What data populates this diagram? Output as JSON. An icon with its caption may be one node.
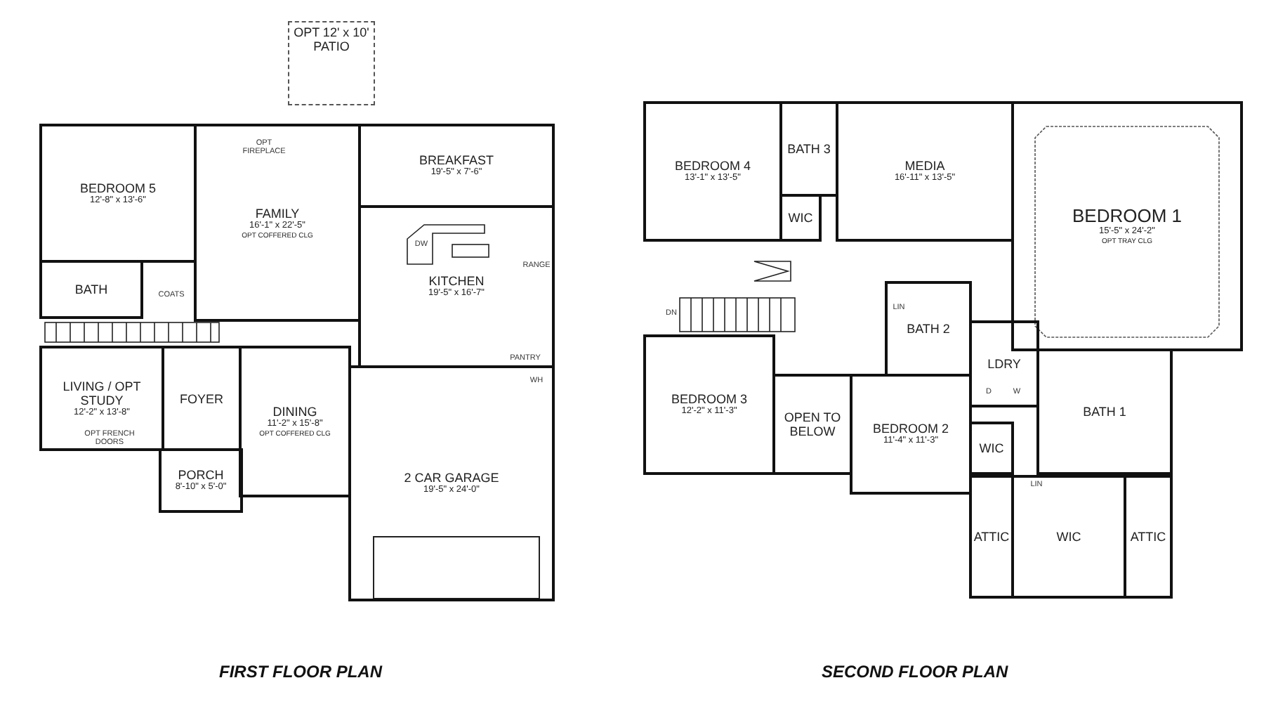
{
  "diagram": {
    "nodes": [
      {
        "text": [
          "OPT 12' x 10' PATIO"
        ]
      },
      {
        "text": [
          "BEDROOM 5",
          "12'-8\" x 13'-6\""
        ]
      },
      {
        "text": [
          "FAMILY",
          "16'-1\" x 22'-5\"",
          "OPT COFFERED CLG"
        ]
      },
      {
        "text": [
          "BREAKFAST",
          "19'-5\" x 7'-6\""
        ]
      },
      {
        "text": [
          "BATH"
        ]
      },
      {
        "text": [
          "KITCHEN",
          "19'-5\" x 16'-7\""
        ]
      },
      {
        "text": [
          "LIVING / OPT STUDY",
          "12'-2\" x 13'-8\""
        ]
      },
      {
        "text": [
          "FOYER"
        ]
      },
      {
        "text": [
          "DINING",
          "11'-2\" x 15'-8\"",
          "OPT COFFERED CLG"
        ]
      },
      {
        "text": [
          "PORCH",
          "8'-10\" x 5'-0\""
        ]
      },
      {
        "text": [
          "2 CAR GARAGE",
          "19'-5\" x 24'-0\""
        ]
      },
      {
        "text": [
          "BEDROOM 4",
          "13'-1\" x 13'-5\""
        ]
      },
      {
        "text": [
          "BATH 3"
        ]
      },
      {
        "text": [
          "MEDIA",
          "16'-11\" x 13'-5\""
        ]
      },
      {
        "text": [
          "BEDROOM 1",
          "15'-5\" x 24'-2\"",
          "OPT TRAY CLG"
        ]
      },
      {
        "text": [
          "WIC"
        ]
      },
      {
        "text": [
          "BATH 2"
        ]
      },
      {
        "text": [
          "LDRY"
        ]
      },
      {
        "text": [
          "BEDROOM 3",
          "12'-2\" x 11'-3\""
        ]
      },
      {
        "text": [
          "OPEN TO BELOW"
        ]
      },
      {
        "text": [
          "BEDROOM 2",
          "11'-4\" x 11'-3\""
        ]
      },
      {
        "text": [
          "BATH 1"
        ]
      },
      {
        "text": [
          "WIC"
        ]
      },
      {
        "text": [
          "ATTIC"
        ]
      },
      {
        "text": [
          "WIC"
        ]
      },
      {
        "text": [
          "ATTIC"
        ]
      }
    ],
    "labels": [
      "OPT FIREPLACE",
      "COATS",
      "DW",
      "RANGE",
      "PANTRY",
      "OPT FRENCH DOORS",
      "WH",
      "DN",
      "LIN",
      "D",
      "W",
      "LIN",
      "FIRST FLOOR PLAN",
      "SECOND FLOOR PLAN"
    ]
  }
}
